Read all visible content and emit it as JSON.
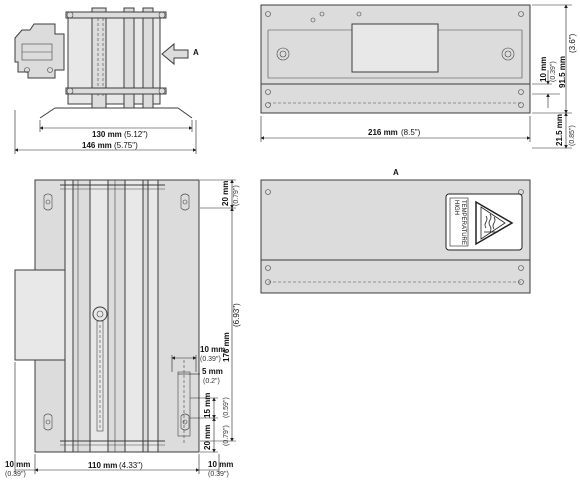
{
  "view_label": "A",
  "dims": {
    "d130": {
      "mm": "130 mm",
      "in": "(5.12\")"
    },
    "d146": {
      "mm": "146 mm",
      "in": "(5.75\")"
    },
    "d216": {
      "mm": "216 mm",
      "in": "(8.5\")"
    },
    "d10a": {
      "mm": "10 mm",
      "in": "(0.39\")"
    },
    "d915": {
      "mm": "91.5 mm",
      "in": "(3.6\")"
    },
    "d215": {
      "mm": "21.5 mm",
      "in": "(0.85\")"
    },
    "d20a": {
      "mm": "20 mm",
      "in": "(0.79\")"
    },
    "d176": {
      "mm": "176 mm",
      "in": "(6.93\")"
    },
    "d10b": {
      "mm": "10 mm",
      "in": "(0.39\")"
    },
    "d5": {
      "mm": "5 mm",
      "in": "(0.2\")"
    },
    "d15": {
      "mm": "15 mm",
      "in": "(0.59\")"
    },
    "d20b": {
      "mm": "20 mm",
      "in": "(0.79\")"
    },
    "d110": {
      "mm": "110 mm",
      "in": "(4.33\")"
    },
    "d10c": {
      "mm": "10 mm",
      "in": "(0.39\")"
    },
    "d10d": {
      "mm": "10 mm",
      "in": "(0.39\")"
    }
  },
  "warning_label": {
    "line1": "HIGH",
    "line2": "TEMPERATURE"
  },
  "icons": {
    "warning": "hot-surface-warning-icon",
    "arrow": "view-direction-arrow-icon"
  }
}
